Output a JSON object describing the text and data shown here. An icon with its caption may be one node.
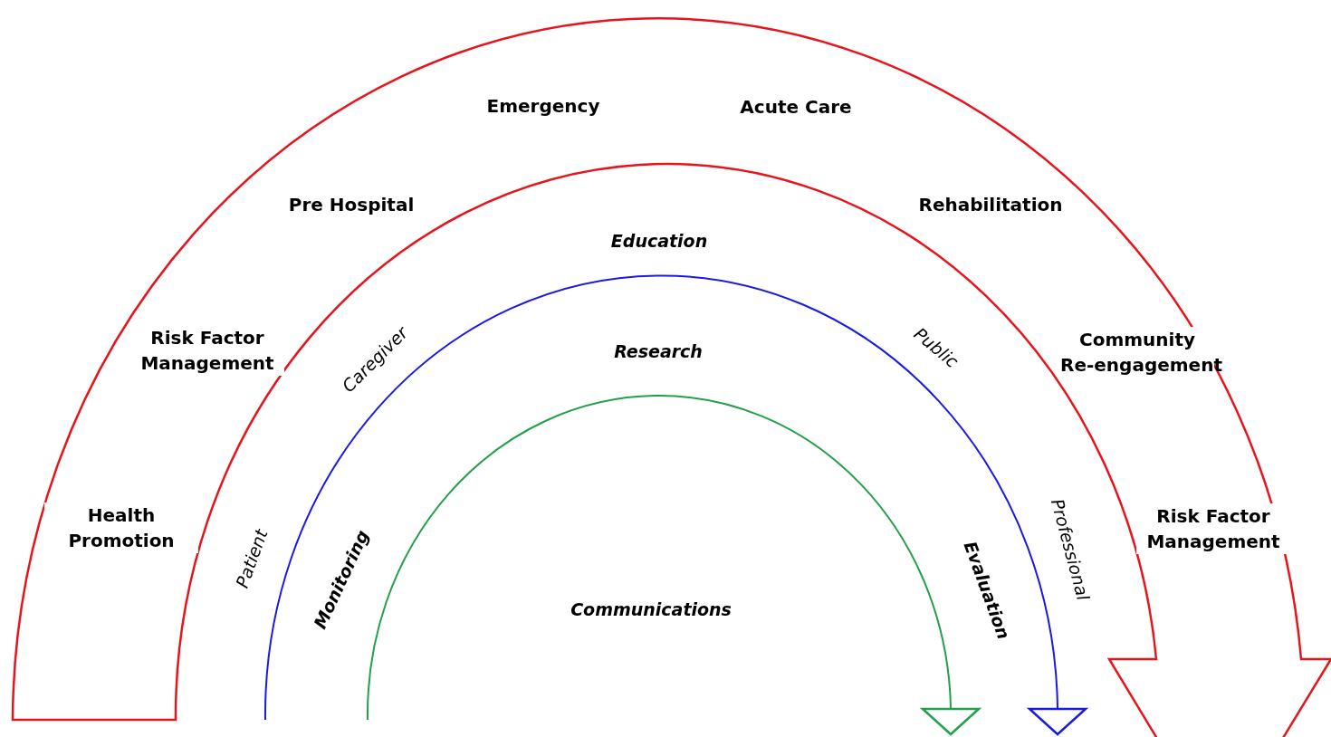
{
  "diagram": {
    "nodes": [
      {
        "text": [
          "Health Promotion",
          "Risk Factor Management",
          "Pre Hospital",
          "Emergency",
          "Acute Care",
          "Rehabilitation",
          "Community Re-engagement",
          "Risk Factor Management"
        ]
      }
    ],
    "labels": [
      "Education",
      "Caregiver",
      "Research",
      "Public",
      "Patient",
      "Monitoring",
      "Communications",
      "Evaluation",
      "Professional"
    ]
  }
}
